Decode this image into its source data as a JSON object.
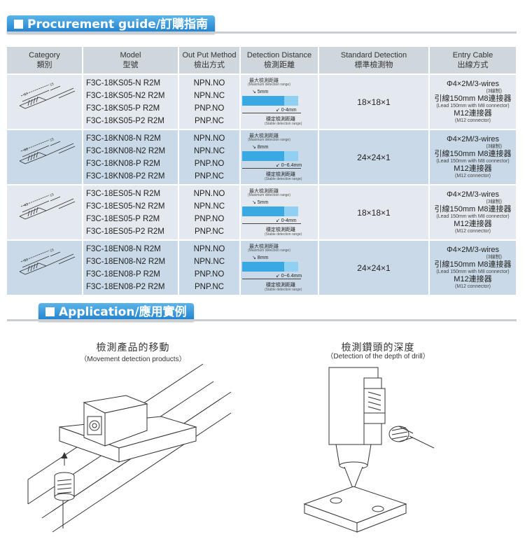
{
  "procurement": {
    "title": "Procurement  guide/訂購指南"
  },
  "columns": [
    {
      "en": "Category",
      "zh": "類別"
    },
    {
      "en": "Model",
      "zh": "型號"
    },
    {
      "en": "Out Put Method",
      "zh": "檢出方式"
    },
    {
      "en": "Detection Distance",
      "zh": "檢測距離"
    },
    {
      "en": "Standard Detection",
      "zh": "標準檢測物"
    },
    {
      "en": "Entry Cable",
      "zh": "出線方式"
    }
  ],
  "rows": [
    {
      "dims": [
        "57",
        "15"
      ],
      "models": [
        "F3C-18KS05-N  R2M",
        "F3C-18KS05-N2 R2M",
        "F3C-18KS05-P  R2M",
        "F3C-18KS05-P2 R2M"
      ],
      "outputs": [
        "NPN.NO",
        "NPN.NC",
        "PNP.NO",
        "PNP.NC"
      ],
      "sensing": "5mm",
      "stable": "0-4mm",
      "standard": "18×18×1"
    },
    {
      "dims": [
        "68",
        "15"
      ],
      "models": [
        "F3C-18KN08-N  R2M",
        "F3C-18KN08-N2 R2M",
        "F3C-18KN08-P  R2M",
        "F3C-18KN08-P2 R2M"
      ],
      "outputs": [
        "NPN.NO",
        "NPN.NC",
        "PNP.NO",
        "PNP.NC"
      ],
      "sensing": "8mm",
      "stable": "0~6.4mm",
      "standard": "24×24×1"
    },
    {
      "dims": [
        "43",
        "15"
      ],
      "models": [
        "F3C-18ES05-N  R2M",
        "F3C-18ES05-N2 R2M",
        "F3C-18ES05-P  R2M",
        "F3C-18ES05-P2 R2M"
      ],
      "outputs": [
        "NPN.NO",
        "NPN.NC",
        "PNP.NO",
        "PNP.NC"
      ],
      "sensing": "5mm",
      "stable": "0-4mm",
      "standard": "18×18×1"
    },
    {
      "dims": [
        "52",
        "15"
      ],
      "models": [
        "F3C-18EN08-N  R2M",
        "F3C-18EN08-N2 R2M",
        "F3C-18EN08-P  R2M",
        "F3C-18EN08-P2 R2M"
      ],
      "outputs": [
        "NPN.NO",
        "NPN.NC",
        "PNP.NO",
        "PNP.NC"
      ],
      "sensing": "8mm",
      "stable": "0~6.4mm",
      "standard": "24×24×1"
    }
  ],
  "detection_labels": {
    "max_zh": "最大檢測距離",
    "max_en": "(Maximum detection range)",
    "stable_zh": "穩定檢測距離",
    "stable_en": "(Stable detection range)"
  },
  "cable": {
    "line1": "Φ4×2M/3-wires",
    "line1_sub": "(3線制)",
    "line2": "引線150mm M8連接器",
    "line2_sub": "(Lead 150mm with M8 connector)",
    "line3": "M12連接器",
    "line3_sub": "(M12 connector)"
  },
  "application": {
    "title": "Application/應用實例",
    "left_caption": "檢測產品的移動",
    "left_sub": "（Movement detection products）",
    "right_caption": "檢測鑽頭的深度",
    "right_sub": "（Detection of the depth of drill）"
  },
  "colors": {
    "accent": "#1e7fcf",
    "row_light": "#e3e9ee",
    "row_blue": "#c9d9e7",
    "header": "#cfd7dd",
    "bar": "#3aa9e3"
  }
}
